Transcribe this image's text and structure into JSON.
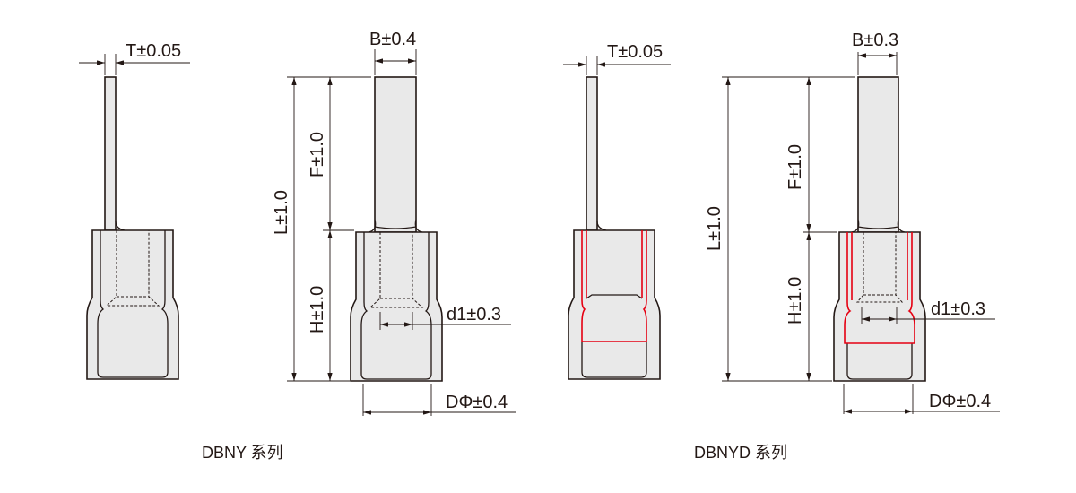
{
  "series": [
    {
      "caption": "DBNY 系列",
      "labels": {
        "thickness": "T±0.05",
        "width": "B±0.4",
        "length": "L±1.0",
        "pin_length": "F±1.0",
        "sleeve_length": "H±1.0",
        "inner_diameter": "d1±0.3",
        "outer_diameter": "DΦ±0.4"
      }
    },
    {
      "caption": "DBNYD 系列",
      "labels": {
        "thickness": "T±0.05",
        "width": "B±0.3",
        "length": "L±1.0",
        "pin_length": "F±1.0",
        "sleeve_length": "H±1.0",
        "inner_diameter": "d1±0.3",
        "outer_diameter": "DΦ±0.4"
      }
    }
  ],
  "colors": {
    "outline": "#231815",
    "fill": "#e9e9e9",
    "highlight": "#e60012"
  }
}
